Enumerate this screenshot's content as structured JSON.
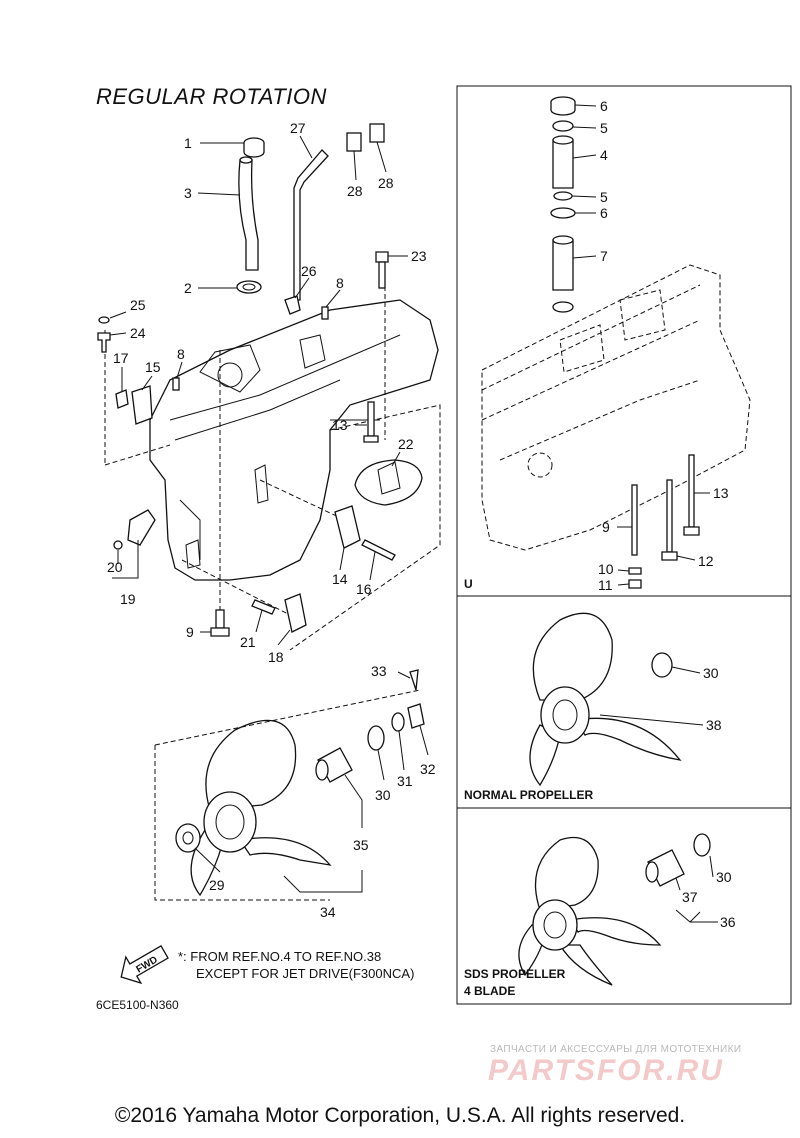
{
  "title": "REGULAR ROTATION",
  "callouts": {
    "c1": "1",
    "c2": "2",
    "c3": "3",
    "c4": "4",
    "c5a": "5",
    "c5b": "5",
    "c6a": "6",
    "c6b": "6",
    "c7": "7",
    "c8a": "8",
    "c8b": "8",
    "c9a": "9",
    "c9b": "9",
    "c10": "10",
    "c11": "11",
    "c12": "12",
    "c13a": "13",
    "c13b": "13",
    "c14": "14",
    "c15": "15",
    "c16": "16",
    "c17": "17",
    "c18": "18",
    "c19": "19",
    "c20": "20",
    "c21": "21",
    "c22": "22",
    "c23": "23",
    "c24": "24",
    "c25": "25",
    "c26": "26",
    "c27": "27",
    "c28a": "28",
    "c28b": "28",
    "c29": "29",
    "c30a": "30",
    "c30b": "30",
    "c30c": "30",
    "c31": "31",
    "c32": "32",
    "c33": "33",
    "c34": "34",
    "c35": "35",
    "c36": "36",
    "c37": "37",
    "c38": "38"
  },
  "panels": {
    "u_label": "U",
    "normal_label": "NORMAL PROPELLER",
    "sds_label_line1": "SDS PROPELLER",
    "sds_label_line2": "4 BLADE"
  },
  "fwd_label": "FWD",
  "note": {
    "line1": "*: FROM REF.NO.4 TO REF.NO.38",
    "line2": "EXCEPT FOR JET DRIVE(F300NCA)"
  },
  "diagram_code": "6CE5100-N360",
  "watermark": {
    "tagline": "ЗАПЧАСТИ И АКСЕССУАРЫ ДЛЯ МОТОТЕХНИКИ",
    "logo": "PARTSFOR.RU"
  },
  "copyright": "©2016 Yamaha Motor Corporation, U.S.A. All rights reserved."
}
